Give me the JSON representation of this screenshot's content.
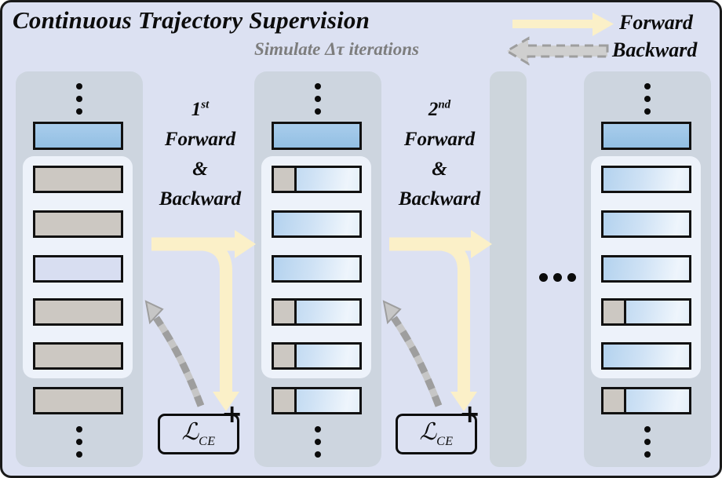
{
  "figure": {
    "title": "Continuous Trajectory Supervision",
    "subtitle": "Simulate Δτ iterations",
    "legend": {
      "forward": "Forward",
      "backward": "Backward"
    },
    "iterations": [
      {
        "ordinal": "1",
        "ordinal_suffix": "st",
        "line2": "Forward",
        "line3": "&",
        "line4": "Backward"
      },
      {
        "ordinal": "2",
        "ordinal_suffix": "nd",
        "line2": "Forward",
        "line3": "&",
        "line4": "Backward"
      }
    ],
    "loss": {
      "symbol": "ℒ",
      "subscript": "CE",
      "plus": "+"
    },
    "columns": [
      {
        "name": "layer-stack-initial",
        "bars": [
          "blue",
          "gray",
          "gray",
          "lavender",
          "gray",
          "gray",
          "gray"
        ]
      },
      {
        "name": "layer-stack-after-1st",
        "bars": [
          "blue",
          "split",
          "gradient",
          "gradient",
          "split",
          "split",
          "split"
        ]
      },
      {
        "name": "layer-stack-final",
        "bars": [
          "blue",
          "gradient",
          "gradient",
          "gradient",
          "split",
          "gradient",
          "split"
        ]
      }
    ],
    "icons": {
      "forward_arrow": "solid-yellow-right-arrow",
      "backward_arrow": "gray-dashed-left-arrow",
      "vertical_ellipsis": "three-vertical-dots",
      "horizontal_ellipsis": "three-horizontal-dots"
    },
    "colors": {
      "page-bg": "#dce1f2",
      "panel-bg": "#cdd5df",
      "strip-bg": "#cdd5dc",
      "subpanel-bg": "#edf2fa",
      "bar-gray": "#ccc8c2",
      "bar-lavender": "#d8def1",
      "arrow-yellow": "#fbf0c8",
      "arrow-gray": "#c6c6c6",
      "arrow-gray-dash": "#9e9e9e",
      "subtitle-gray": "#7d7d7d"
    }
  }
}
